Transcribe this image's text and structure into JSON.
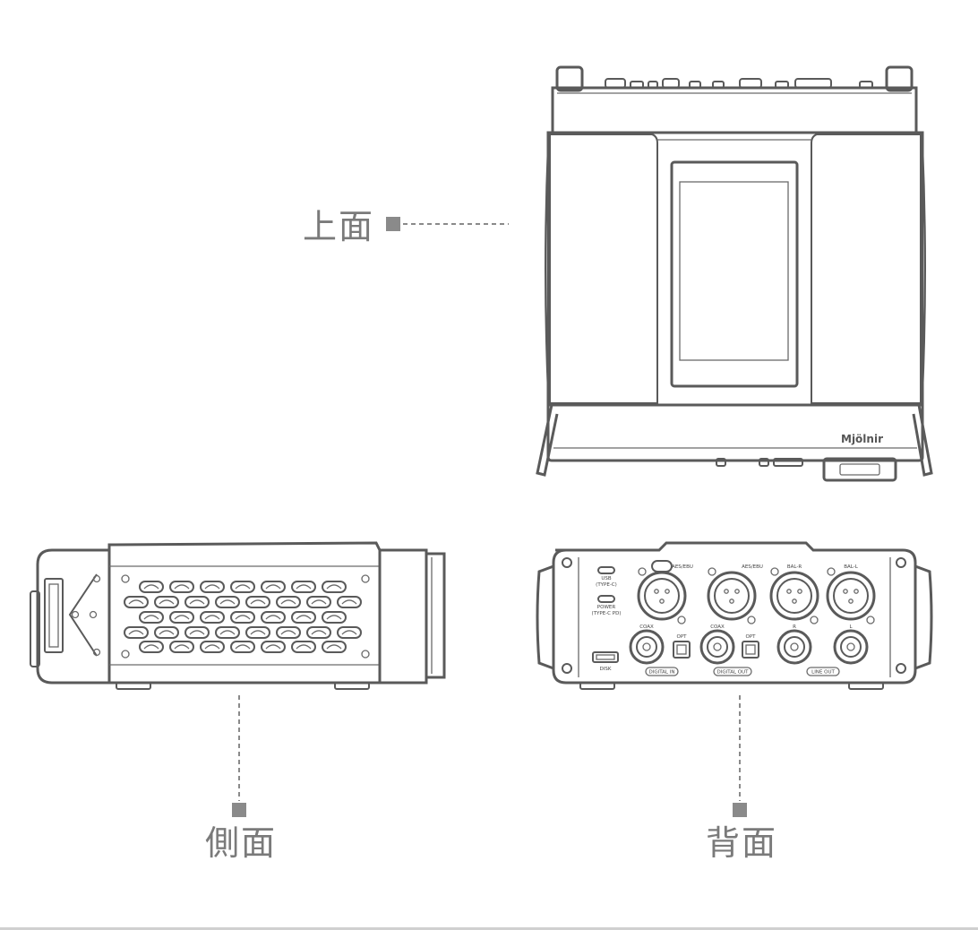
{
  "labels": {
    "top": "上面",
    "side": "側面",
    "back": "背面"
  },
  "device": {
    "brand": "Mjölnir",
    "back_panel": {
      "usb": "USB",
      "usb_type": "(TYPE-C)",
      "power": "POWER",
      "power_type": "(TYPE-C PD)",
      "disk": "DISK",
      "aes_ebu_1": "AES/EBU",
      "aes_ebu_2": "AES/EBU",
      "bal_r": "BAL-R",
      "bal_l": "BAL-L",
      "coax_1": "COAX",
      "opt_1": "OPT",
      "coax_2": "COAX",
      "opt_2": "OPT",
      "r": "R",
      "l": "L",
      "digital_in": "DIGITAL IN",
      "digital_out": "DIGITAL OUT",
      "line_out": "LINE OUT"
    }
  },
  "colors": {
    "outline": "#5a5a5a",
    "label": "#7a7a7a",
    "marker": "#8a8a8a"
  }
}
